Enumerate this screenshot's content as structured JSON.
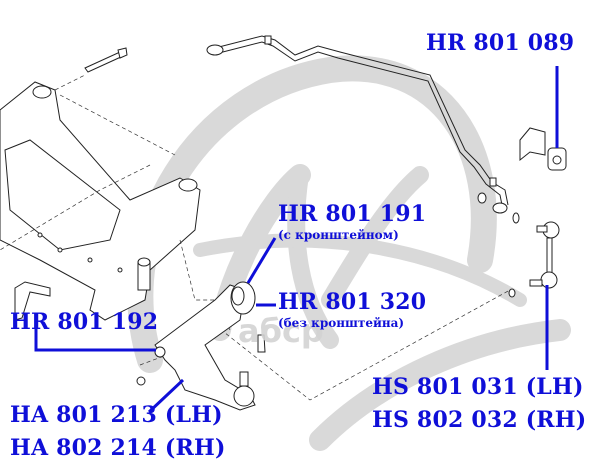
{
  "diagram": {
    "title": "Front suspension parts diagram",
    "watermark": {
      "logo": "circular-swoosh-logo",
      "text": "aбcp"
    },
    "accent_color": "#0f0fd8",
    "labels": [
      {
        "id": "stab-bushing",
        "part": "HR 801 089",
        "note": ""
      },
      {
        "id": "arm-bushing-bracket",
        "part": "HR 801 191",
        "note": "(с кронштейном)"
      },
      {
        "id": "arm-bushing-nobracket",
        "part": "HR 801 320",
        "note": "(без кронштейна)"
      },
      {
        "id": "arm-front-bushing",
        "part": "HR 801 192",
        "note": ""
      },
      {
        "id": "control-arm-lh",
        "part": "HA 801 213 (LH)",
        "note": ""
      },
      {
        "id": "control-arm-rh",
        "part": "HA 802 214 (RH)",
        "note": ""
      },
      {
        "id": "stab-link-lh",
        "part": "HS 801 031 (LH)",
        "note": ""
      },
      {
        "id": "stab-link-rh",
        "part": "HS 802 032 (RH)",
        "note": ""
      }
    ]
  }
}
